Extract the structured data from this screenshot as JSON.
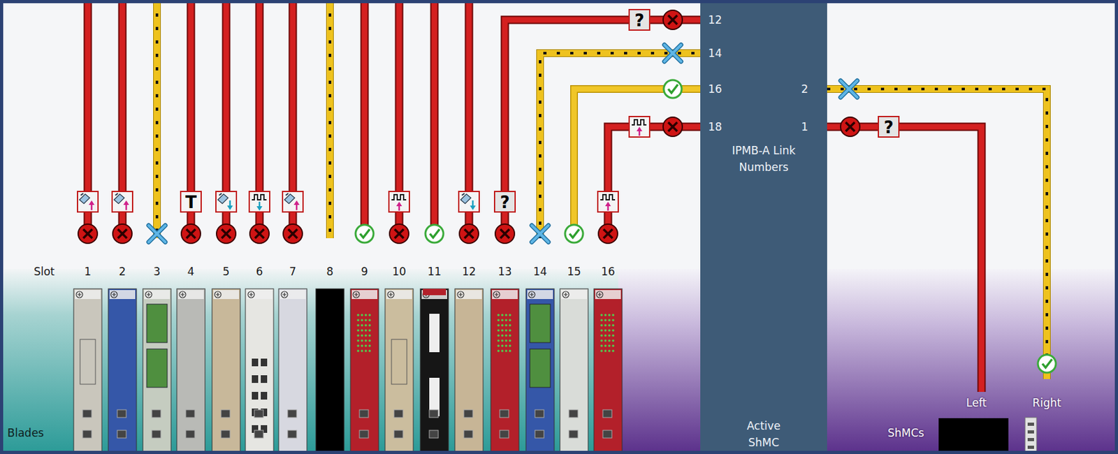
{
  "diagram": {
    "nodes": [
      {
        "text": [
          "IPMB-A Link Numbers",
          "Active ShMC"
        ]
      }
    ],
    "labels": [
      "Slot",
      "1",
      "2",
      "3",
      "4",
      "5",
      "6",
      "7",
      "8",
      "9",
      "10",
      "11",
      "12",
      "13",
      "14",
      "15",
      "16",
      "12",
      "14",
      "16",
      "18",
      "2",
      "1",
      "Left",
      "Right",
      "ShMCs",
      "Blades",
      "T",
      "?",
      "?",
      "?"
    ]
  }
}
